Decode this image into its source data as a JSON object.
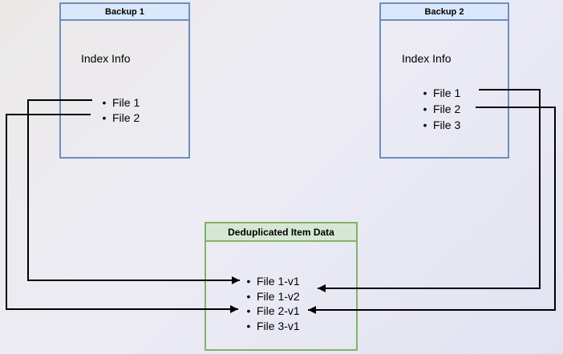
{
  "diagram": {
    "backup1": {
      "title": "Backup 1",
      "body_label": "Index Info",
      "items": [
        "File 1",
        "File 2"
      ]
    },
    "backup2": {
      "title": "Backup 2",
      "body_label": "Index Info",
      "items": [
        "File 1",
        "File 2",
        "File 3"
      ]
    },
    "dedup": {
      "title": "Deduplicated Item Data",
      "items": [
        "File 1-v1",
        "File 1-v2",
        "File 2-v1",
        "File 3-v1"
      ]
    },
    "connections": [
      {
        "from": "Backup 1 / File 1",
        "to": "File 1-v1",
        "side": "left"
      },
      {
        "from": "Backup 1 / File 2",
        "to": "File 2-v1",
        "side": "left"
      },
      {
        "from": "Backup 2 / File 1",
        "to": "File 1-v2",
        "side": "right"
      },
      {
        "from": "Backup 2 / File 2",
        "to": "File 2-v1",
        "side": "right"
      }
    ],
    "colors": {
      "blue_header_fill": "#dae8fc",
      "blue_border": "#6c8ebf",
      "green_header_fill": "#d5e8d4",
      "green_border": "#82b366",
      "connector": "#000000"
    }
  }
}
